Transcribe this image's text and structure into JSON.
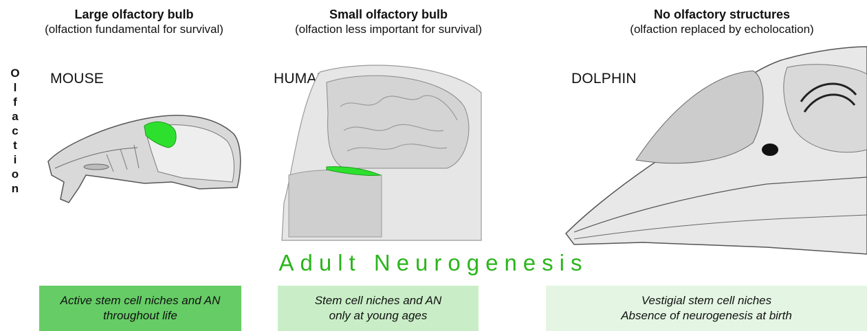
{
  "side_label": "Olfaction",
  "columns": [
    {
      "title": "Large olfactory bulb",
      "subtitle": "(olfaction fundamental for survival)",
      "species": "MOUSE",
      "box_line1": "Active stem cell niches and AN",
      "box_line2": "throughout life",
      "box_color": "#66cc66"
    },
    {
      "title": "Small olfactory bulb",
      "subtitle": "(olfaction less important for survival)",
      "species": "HUMAN",
      "box_line1": "Stem cell niches and AN",
      "box_line2": "only at young ages",
      "box_color": "#c9eec7"
    },
    {
      "title": "No olfactory structures",
      "subtitle": "(olfaction replaced by echolocation)",
      "species": "DOLPHIN",
      "box_line1": "Vestigial stem cell niches",
      "box_line2": "Absence of neurogenesis at birth",
      "box_color": "#e4f6e3"
    }
  ],
  "center_title": "Adult Neurogenesis",
  "colors": {
    "olfactory_highlight": "#2ee02e",
    "center_title": "#2bb51c"
  }
}
